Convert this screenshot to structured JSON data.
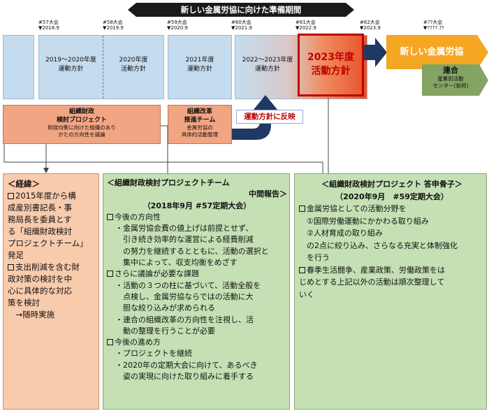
{
  "banner": {
    "title": "新しい金属労協に向けた準備期間"
  },
  "conventions": [
    {
      "name": "#57大会",
      "date": "▼2018.9"
    },
    {
      "name": "#58大会",
      "date": "▼2019.9"
    },
    {
      "name": "#59大会",
      "date": "▼2020.9"
    },
    {
      "name": "#60大会",
      "date": "▼2021.9"
    },
    {
      "name": "#61大会",
      "date": "▼2022.9"
    },
    {
      "name": "#62大会",
      "date": "▼2023.9"
    },
    {
      "name": "#??大会",
      "date": "▼????.??"
    }
  ],
  "timeline": {
    "policy_2019_2020": [
      "2019～2020年度",
      "運動方針"
    ],
    "policy_2020": [
      "2020年度",
      "活動方針"
    ],
    "policy_2021": [
      "2021年度",
      "運動方針"
    ],
    "policy_2022_2023": [
      "2022～2023年度",
      "運動方針"
    ],
    "policy_2023": [
      "2023年度",
      "活動方針"
    ],
    "new_org": "新しい金属労協",
    "federation": {
      "title": "連合",
      "sub1": "産業別活動",
      "sub2": "センター(仮称)"
    }
  },
  "projects": {
    "finance": {
      "title1": "組織財政",
      "title2": "検討プロジェクト",
      "sub1": "財政均衡に向けた組織のあり",
      "sub2": "かたの方向性を議論"
    },
    "reform": {
      "title1": "組織改革",
      "title2": "推進チーム",
      "sub1": "金属労協の",
      "sub2": "具体的活動整理"
    },
    "reflect_label": "運動方針に反映"
  },
  "panels": {
    "background": {
      "title": "＜経緯＞",
      "items": [
        {
          "marker": true,
          "lines": [
            "2015年度から構",
            "成産別書記長・事",
            "務局長を委員とす",
            "る「組織財政検討",
            "プロジェクトチーム」",
            "発足"
          ]
        },
        {
          "marker": true,
          "lines": [
            "支出削減を含む財",
            "政対策の検討を中",
            "心に具体的な対応",
            "策を検討"
          ]
        },
        {
          "marker": false,
          "lines": [
            "　→随時実施"
          ]
        }
      ]
    },
    "interim": {
      "title1": "＜組織財政検討プロジェクトチーム",
      "title2": "中間報告＞",
      "title3": "（2018年9月 #57定期大会）",
      "sections": [
        {
          "heading": "今後の方向性",
          "bullets": [
            [
              "金属労協会費の値上げは前提とせず、",
              "引き続き効率的な運営による経費削減",
              "の努力を継続するとともに、活動の選択と",
              "集中によって、収支均衡をめざす"
            ]
          ]
        },
        {
          "heading": "さらに議論が必要な課題",
          "bullets": [
            [
              "活動の３つの柱に基づいて、活動全般を",
              "点検し、金属労協ならではの活動に大",
              "胆な絞り込みが求められる"
            ],
            [
              "連合の組織改革の方向性を注視し、活",
              "動の整理を行うことが必要"
            ]
          ]
        },
        {
          "heading": "今後の進め方",
          "bullets": [
            [
              "プロジェクトを継続"
            ],
            [
              "2020年の定期大会に向けて、あるべき",
              "姿の実現に向けた取り組みに着手する"
            ]
          ]
        }
      ]
    },
    "report": {
      "title1": "＜組織財政検討プロジェクト 答申骨子＞",
      "title2": "（2020年9月　#59定期大会）",
      "items": [
        {
          "marker": true,
          "lines": [
            "金属労協としての活動分野を"
          ]
        },
        {
          "marker": false,
          "lines": [
            "　①国際労働運動にかかわる取り組み"
          ]
        },
        {
          "marker": false,
          "lines": [
            "　②人材育成の取り組み"
          ]
        },
        {
          "marker": false,
          "lines": [
            "　の2点に絞り込み、さらなる充実と体制強化",
            "　を行う"
          ]
        },
        {
          "marker": true,
          "lines": [
            "春季生活闘争、産業政策、労働政策をは",
            "じめとする上記以外の活動は順次整理して",
            "いく"
          ]
        }
      ]
    }
  }
}
